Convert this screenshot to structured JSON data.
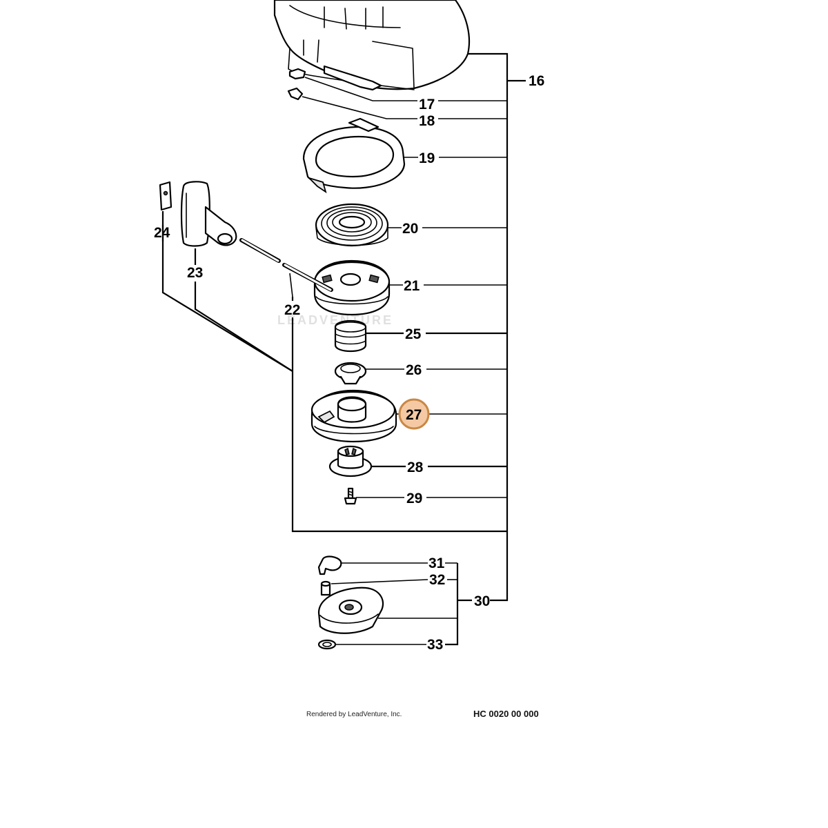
{
  "callouts": {
    "c16": "16",
    "c17": "17",
    "c18": "18",
    "c19": "19",
    "c20": "20",
    "c21": "21",
    "c22": "22",
    "c23": "23",
    "c24": "24",
    "c25": "25",
    "c26": "26",
    "c27": "27",
    "c28": "28",
    "c29": "29",
    "c30": "30",
    "c31": "31",
    "c32": "32",
    "c33": "33"
  },
  "highlight": {
    "part": "27",
    "fill": "#f4c9a4",
    "stroke": "#c98845"
  },
  "watermark": "LEADVENTURE",
  "footer": {
    "credit": "Rendered by LeadVenture, Inc.",
    "code": "HC 0020 00 000"
  }
}
